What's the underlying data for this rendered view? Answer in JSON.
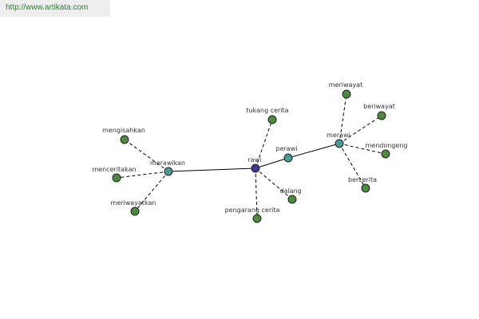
{
  "header": {
    "url": "http://www.artikata.com"
  },
  "colors": {
    "center_node": "#3b3b8f",
    "hub_node": "#4c9a95",
    "leaf_node": "#4e8a3e",
    "edge": "#000000"
  },
  "graph": {
    "center": {
      "id": "rawi",
      "label": "rawi"
    },
    "hubs": [
      {
        "id": "merawikan",
        "label": "merawikan"
      },
      {
        "id": "perawi",
        "label": "perawi"
      },
      {
        "id": "merawi",
        "label": "merawi"
      }
    ],
    "leaves": [
      {
        "id": "mengisahkan",
        "label": "mengisahkan"
      },
      {
        "id": "menceritakan",
        "label": "menceritakan"
      },
      {
        "id": "meriwayatkan",
        "label": "meriwayatkan"
      },
      {
        "id": "tukang-cerita",
        "label": "tukang cerita"
      },
      {
        "id": "dalang",
        "label": "dalang"
      },
      {
        "id": "pengarang-cerita",
        "label": "pengarang cerita"
      },
      {
        "id": "meriwayat",
        "label": "meriwayat"
      },
      {
        "id": "beriwayat",
        "label": "beriwayat"
      },
      {
        "id": "mendongeng",
        "label": "mendongeng"
      },
      {
        "id": "bercerita",
        "label": "bercerita"
      }
    ]
  }
}
